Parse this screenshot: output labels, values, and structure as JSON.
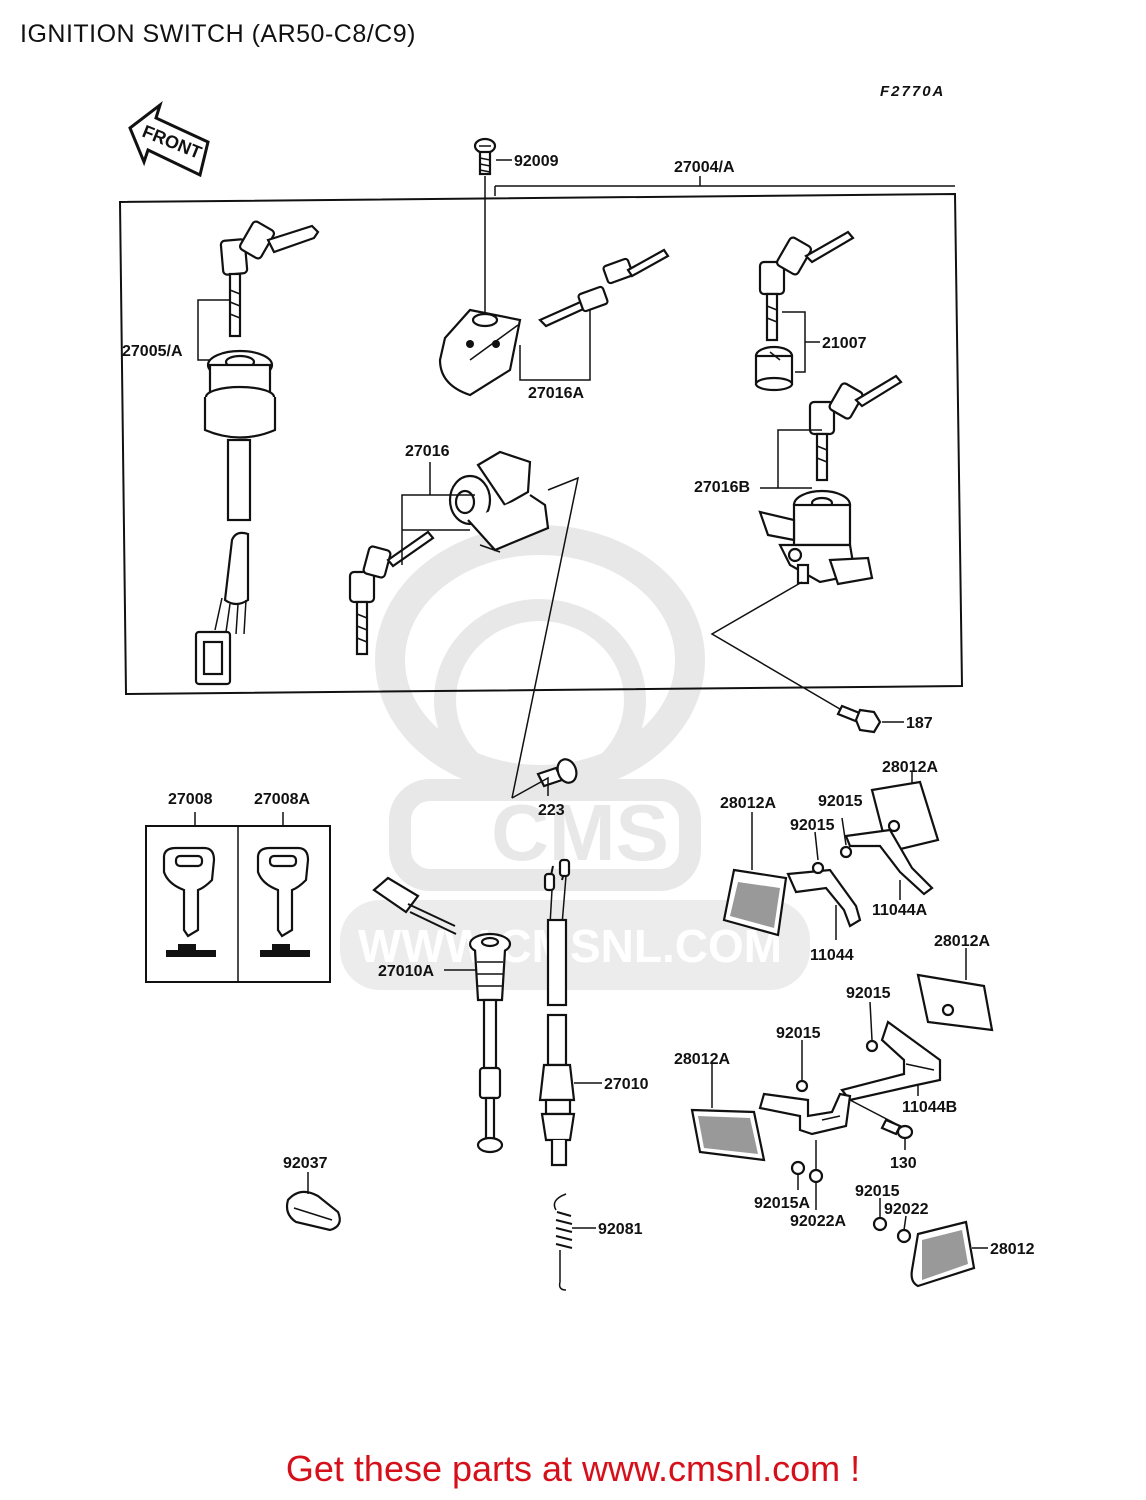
{
  "page": {
    "title": "IGNITION SWITCH (AR50-C8/C9)",
    "footer": "Get these parts at www.cmsnl.com !"
  },
  "diagram": {
    "code": "F2770A",
    "front_arrow": "FRONT",
    "watermark": "WWW.CMSNL.COM",
    "labels": {
      "p92009": "92009",
      "p27004A": "27004/A",
      "p27005A": "27005/A",
      "p27016A": "27016A",
      "p21007": "21007",
      "p27016": "27016",
      "p27016B": "27016B",
      "p187": "187",
      "p223": "223",
      "p27008": "27008",
      "p27008A": "27008A",
      "p28012A_1": "28012A",
      "p28012A_2": "28012A",
      "p92015_1": "92015",
      "p92015_2": "92015",
      "p11044A": "11044A",
      "p11044": "11044",
      "p28012A_3": "28012A",
      "p92015_3": "92015",
      "p92015_4": "92015",
      "p27010A": "27010A",
      "p28012A_4": "28012A",
      "p27010": "27010",
      "p11044B": "11044B",
      "p130": "130",
      "p92037": "92037",
      "p92015A": "92015A",
      "p92015_5": "92015",
      "p92022": "92022",
      "p92022A": "92022A",
      "p28012": "28012",
      "p92081": "92081"
    }
  }
}
